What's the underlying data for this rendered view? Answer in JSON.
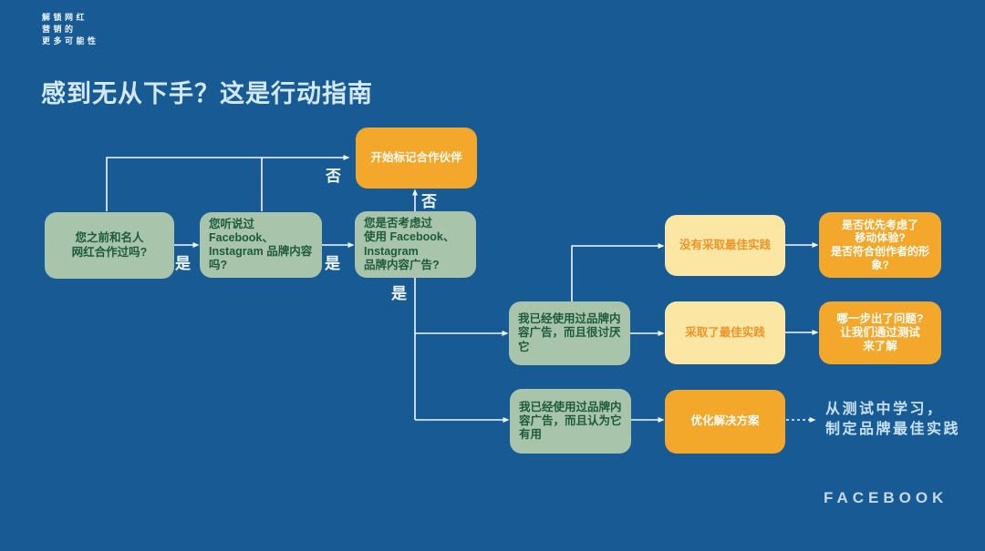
{
  "header": {
    "tagline": "解锁网红\n营销的\n更多可能性",
    "title": "感到无从下手？这是行动指南"
  },
  "flowchart": {
    "nodes": [
      {
        "id": "collaborated-before",
        "type": "green",
        "text": "您之前和名人\n网红合作过吗?"
      },
      {
        "id": "heard-of-branded-content",
        "type": "green",
        "text": "您听说过 Facebook、\nInstagram 品牌内容\n吗?"
      },
      {
        "id": "considered-branded-ads",
        "type": "green",
        "text": "您是否考虑过\n使用 Facebook、\nInstagram\n品牌内容广告?"
      },
      {
        "id": "start-tagging-partners",
        "type": "orange",
        "text": "开始标记合作伙伴"
      },
      {
        "id": "used-and-hated",
        "type": "green",
        "text": "我已经使用过品牌内\n容广告，而且很讨厌\n它"
      },
      {
        "id": "used-and-useful",
        "type": "green",
        "text": "我已经使用过品牌内\n容广告，而且认为它\n有用"
      },
      {
        "id": "no-best-practices",
        "type": "yellow",
        "text": "没有采取最佳实践"
      },
      {
        "id": "took-best-practices",
        "type": "yellow",
        "text": "采取了最佳实践"
      },
      {
        "id": "optimize-solution",
        "type": "orange",
        "text": "优化解决方案"
      },
      {
        "id": "mobile-experience-question",
        "type": "orange",
        "text": "是否优先考虑了\n移动体验?\n是否符合创作者的形\n象?"
      },
      {
        "id": "what-went-wrong",
        "type": "orange",
        "text": "哪一步出了问题?\n让我们通过测试\n来了解"
      }
    ],
    "edge_labels": [
      {
        "id": "no-to-tagging-top",
        "text": "否"
      },
      {
        "id": "no-to-tagging-up",
        "text": "否"
      },
      {
        "id": "yes-1",
        "text": "是"
      },
      {
        "id": "yes-2",
        "text": "是"
      },
      {
        "id": "yes-3",
        "text": "是"
      }
    ],
    "end_text": "从测试中学习，\n制定品牌最佳实践"
  },
  "footer": {
    "brand": "FACEBOOK"
  },
  "colors": {
    "background": "#175A94",
    "node_green": "#A8C5AB",
    "node_green_text": "#1E5A3C",
    "node_yellow": "#FBE6A3",
    "node_yellow_text": "#EE9428",
    "node_orange": "#F3A72B",
    "node_orange_text": "#FFFDF7",
    "connector": "#F2F8FD",
    "title_text": "#D3E9FB"
  }
}
